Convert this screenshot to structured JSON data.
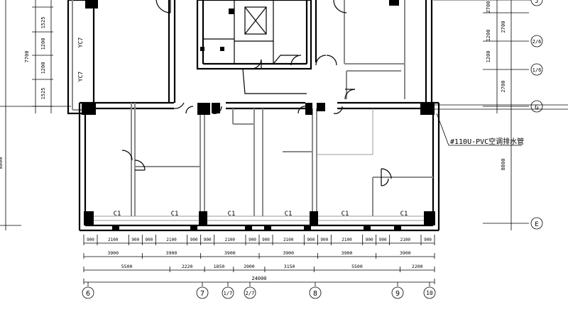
{
  "plan": {
    "windows_bottom": [
      "C1",
      "C1",
      "C1",
      "C1",
      "C1",
      "C1"
    ],
    "windows_left": [
      "YC7",
      "YC7"
    ],
    "pipe_note": "#110U-PVC空调排水管"
  },
  "dims_bottom": {
    "row1": [
      "900",
      "2100",
      "900",
      "900",
      "2100",
      "900",
      "900",
      "2100",
      "900",
      "900",
      "2100",
      "900",
      "900",
      "2100",
      "900",
      "900",
      "2100",
      "900"
    ],
    "row2": [
      "3900",
      "3900",
      "3900",
      "3900",
      "3900",
      "3900"
    ],
    "row3": [
      "5500",
      "2220",
      "1850",
      "2000",
      "3150",
      "5500",
      "2200"
    ],
    "total": "24000"
  },
  "axes_bottom": [
    "6",
    "7",
    "1/7",
    "2/7",
    "8",
    "9",
    "10"
  ],
  "axes_right": [
    "J",
    "2/6",
    "1/6",
    "G",
    "E"
  ],
  "dims_right": [
    "2700",
    "1200",
    "2700",
    "1200",
    "2700",
    "8800"
  ],
  "dims_left": [
    "1525",
    "1200",
    "1200",
    "1525",
    "7700",
    "8800"
  ]
}
